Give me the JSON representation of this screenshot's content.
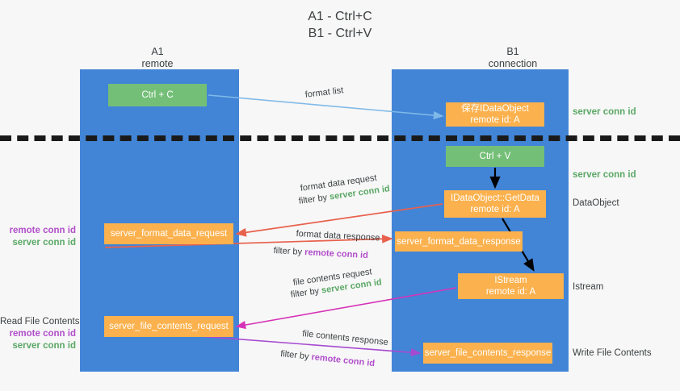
{
  "title": {
    "line1": "A1 - Ctrl+C",
    "line2": "B1 - Ctrl+V"
  },
  "columns": [
    {
      "name": "A1",
      "sub": "remote"
    },
    {
      "name": "B1",
      "sub": "connection"
    }
  ],
  "nodes": {
    "ctrl_c": {
      "line1": "Ctrl + C",
      "color": "#74bf77"
    },
    "save_dataobject": {
      "line1": "保存IDataObject",
      "line2": "remote id: A",
      "color": "#fbb14d"
    },
    "ctrl_v": {
      "line1": "Ctrl + V",
      "color": "#74bf77"
    },
    "getdata": {
      "line1": "IDataObject::GetData",
      "line2": "remote id: A",
      "color": "#fbb14d"
    },
    "format_data_request": {
      "line1": "server_format_data_request",
      "color": "#fbb14d"
    },
    "format_data_response": {
      "line1": "server_format_data_response",
      "color": "#fbb14d"
    },
    "istream": {
      "line1": "IStream",
      "line2": "remote id: A",
      "color": "#fbb14d"
    },
    "file_contents_request": {
      "line1": "server_file_contents_request",
      "color": "#fbb14d"
    },
    "file_contents_response": {
      "line1": "server_file_contents_response",
      "color": "#fbb14d"
    }
  },
  "edge_labels": {
    "format_list": "format list",
    "format_data_request": "format data request",
    "format_data_request_filter_prefix": "filter by ",
    "format_data_request_filter_value": "server conn id",
    "format_data_response": "format data response",
    "format_data_response_filter_prefix": "filter by ",
    "format_data_response_filter_value": "remote conn id",
    "file_contents_request": "file contents request",
    "file_contents_request_filter_prefix": "filter by ",
    "file_contents_request_filter_value": "server conn id",
    "file_contents_response": "file contents response",
    "file_contents_response_filter_prefix": "filter by ",
    "file_contents_response_filter_value": "remote conn id"
  },
  "right_annotations": {
    "server_conn_id_1": "server conn id",
    "server_conn_id_2": "server conn id",
    "dataobject": "DataObject",
    "istream": "Istream",
    "write_file_contents": "Write File Contents"
  },
  "left_annotations": {
    "group_a_remote": "remote conn id",
    "group_a_server": "server conn id",
    "read_file_contents": "Read File Contents",
    "group_b_remote": "remote conn id",
    "group_b_server": "server conn id"
  },
  "colors": {
    "lane": "#4285d6",
    "green_node": "#74bf77",
    "orange_node": "#fbb14d",
    "server_conn_id": "#5aa865",
    "remote_conn_id": "#b14ecb",
    "arrow_blue": "#7fb9e8",
    "arrow_red": "#e8614d",
    "arrow_magenta": "#d633b8",
    "arrow_purple": "#a64ad0",
    "arrow_black": "#000000",
    "divider": "#1a1a1a",
    "background": "#f7f7f7"
  }
}
